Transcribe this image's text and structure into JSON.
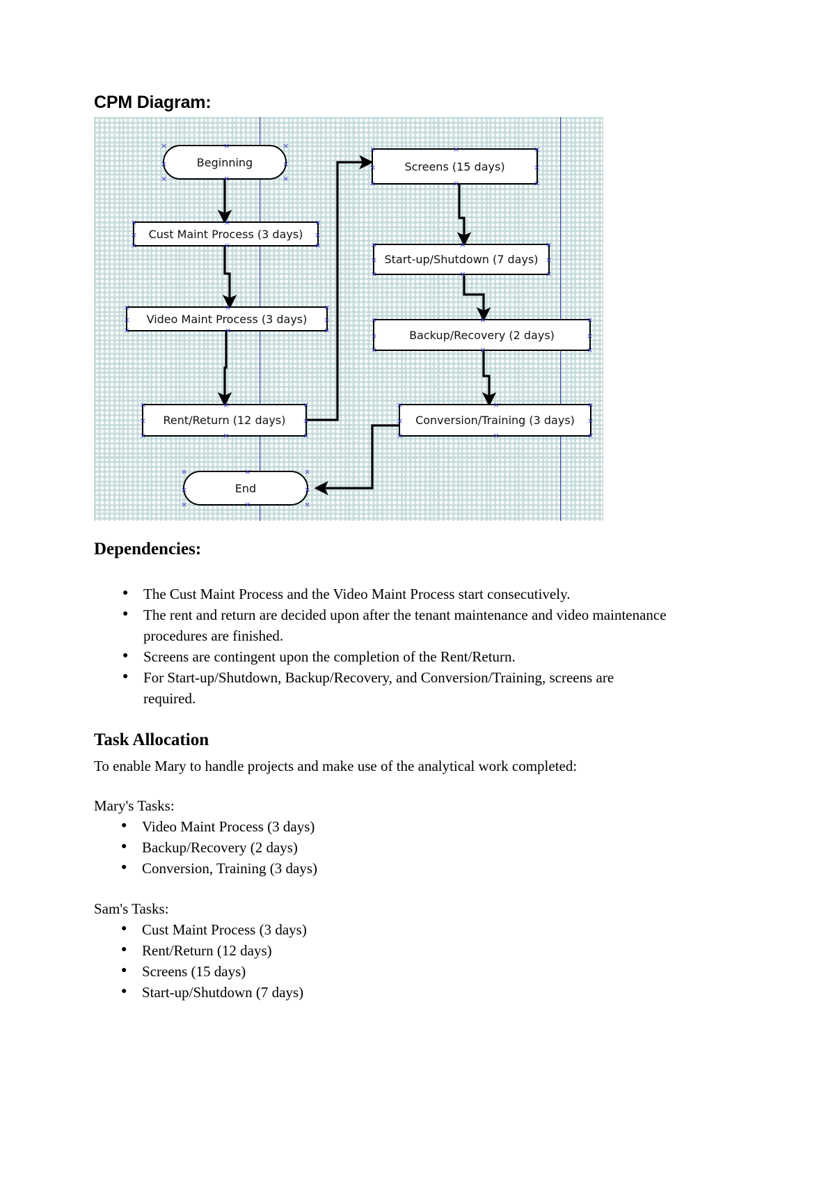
{
  "document": {
    "section1_title": "CPM Diagram:",
    "dependencies_title": "Dependencies:",
    "task_allocation_title": "Task Allocation",
    "task_allocation_intro": "To enable Mary to handle projects and make use of the analytical work completed:",
    "mary_label": "Mary's Tasks:",
    "sam_label": "Sam's Tasks:"
  },
  "diagram": {
    "nodes": [
      {
        "id": "beginning",
        "label": "Beginning",
        "shape": "terminator"
      },
      {
        "id": "cust",
        "label": "Cust Maint Process (3 days)",
        "shape": "rect"
      },
      {
        "id": "video",
        "label": "Video Maint Process (3 days)",
        "shape": "rect"
      },
      {
        "id": "rent",
        "label": "Rent/Return (12 days)",
        "shape": "rect"
      },
      {
        "id": "end",
        "label": "End",
        "shape": "terminator"
      },
      {
        "id": "screens",
        "label": "Screens (15 days)",
        "shape": "rect"
      },
      {
        "id": "startup",
        "label": "Start-up/Shutdown (7 days)",
        "shape": "rect"
      },
      {
        "id": "backup",
        "label": "Backup/Recovery (2 days)",
        "shape": "rect"
      },
      {
        "id": "conversion",
        "label": "Conversion/Training (3 days)",
        "shape": "rect"
      }
    ],
    "edges": [
      {
        "from": "beginning",
        "to": "cust"
      },
      {
        "from": "cust",
        "to": "video"
      },
      {
        "from": "video",
        "to": "rent"
      },
      {
        "from": "rent",
        "to": "screens"
      },
      {
        "from": "screens",
        "to": "startup"
      },
      {
        "from": "startup",
        "to": "backup"
      },
      {
        "from": "backup",
        "to": "conversion"
      },
      {
        "from": "conversion",
        "to": "end"
      }
    ],
    "colors": {
      "stroke": "#000000",
      "fill": "#ffffff",
      "grid_major": "#cbe1e1",
      "grid_minor": "#bed6d6",
      "guide": "#3333aa",
      "handle": "#3a3ad0"
    }
  },
  "dependencies": [
    "The Cust Maint Process and the Video Maint Process start consecutively.",
    "The rent and return are decided upon after the tenant maintenance and video maintenance procedures are finished.",
    "Screens are contingent upon the completion of the Rent/Return.",
    "For Start-up/Shutdown, Backup/Recovery, and Conversion/Training, screens are required."
  ],
  "mary_tasks": [
    "Video Maint Process (3 days)",
    "Backup/Recovery (2 days)",
    "Conversion, Training (3 days)"
  ],
  "sam_tasks": [
    "Cust Maint Process (3 days)",
    "Rent/Return (12 days)",
    "Screens (15 days)",
    "Start-up/Shutdown (7 days)"
  ]
}
